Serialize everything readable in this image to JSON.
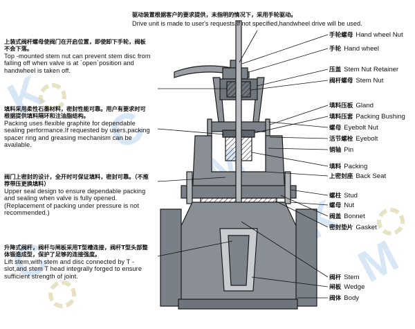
{
  "watermark": "KCM",
  "top_note": {
    "cn": "驱动装置根据客户的要求提供，未指明的情况下，采用手轮驱动。",
    "en": "Drive unit is made to user's requests,If not specified,handwheel drive will be used."
  },
  "left_notes": [
    {
      "cn": "上装式阀杆螺母使阀门在开启位置，即使卸下手轮，阀板不会下落。",
      "en": "Top -mounted stem nut can prevent stem disc from falling off when valve is at `open`position and handwheel is taken off."
    },
    {
      "cn": "填料采用柔性石墨材料，密封性能可靠。用户有要求时可根据提供填料隔环和注油脂结构。",
      "en": "Packing uses flexible graphite for dependable sealing performance.If requested by users,packing spacer ring and greasing mechanism can be available."
    },
    {
      "cn": "阀门上密封的设计，全开时可保证填料，密封可靠。（不推荐带压更换填料）",
      "en": "Upper seal design to ensure dependable packing and sealing when valve is fully opened. (Replacement of packing under pressure is not recommended.)"
    },
    {
      "cn": "升降式阀杆，阀杆与闸板采用T型槽连接，阀杆T型头部整体锻造成型，保护了足够的连接强度。",
      "en": "Lift stem,with stem and disc connected by T -slot,and stem T head integrally forged to ensure sufficient strength of joint."
    }
  ],
  "parts": [
    {
      "cn": "手轮螺母",
      "en": "Hand wheel Nut"
    },
    {
      "cn": "手轮",
      "en": "Hand wheel"
    },
    {
      "cn": "压盖",
      "en": "Stem Nut Retainer"
    },
    {
      "cn": "阀杆螺母",
      "en": "Stem Nut"
    },
    {
      "cn": "填料压板",
      "en": "Gland"
    },
    {
      "cn": "填料压套",
      "en": "Packing Bushing"
    },
    {
      "cn": "螺母",
      "en": "Eyebolt Nut"
    },
    {
      "cn": "活节螺栓",
      "en": "Eyebolt"
    },
    {
      "cn": "销轴",
      "en": "Pin"
    },
    {
      "cn": "填料",
      "en": "Packing"
    },
    {
      "cn": "上密封座",
      "en": "Back Seat"
    },
    {
      "cn": "螺柱",
      "en": "Stud"
    },
    {
      "cn": "螺母",
      "en": "Nut"
    },
    {
      "cn": "阀盖",
      "en": "Bonnet"
    },
    {
      "cn": "密封垫片",
      "en": "Gasket"
    },
    {
      "cn": "阀杆",
      "en": "Stem"
    },
    {
      "cn": "闸板",
      "en": "Wedge"
    },
    {
      "cn": "阀体",
      "en": "Body"
    }
  ]
}
